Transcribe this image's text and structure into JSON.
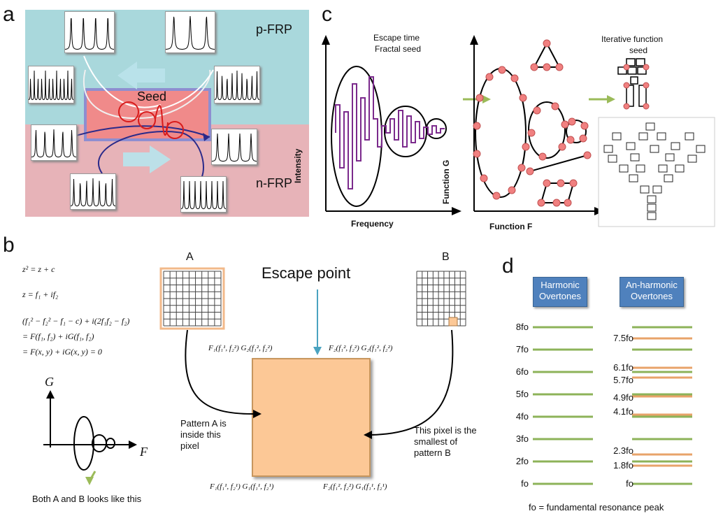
{
  "panels": {
    "a": "a",
    "b": "b",
    "c": "c",
    "d": "d"
  },
  "panel_a": {
    "p_frp": "p-FRP",
    "n_frp": "n-FRP",
    "seed": "Seed",
    "colors": {
      "top_bg": "#a9d8dc",
      "bottom_bg": "#e7b3b8",
      "seed_box": "#f08a8a",
      "arrow": "#b9e3ea",
      "path_dark": "#2a2a8a"
    }
  },
  "panel_b": {
    "eq1": "z² = z + c",
    "eq2": "z = f₁ + if₂",
    "eq3": "(f₁² − f₂² − f₁ − c) + i(2f₁f₂ − f₂)",
    "eq4": "= F(f₁, f₂) + iG(f₁, f₂)",
    "eq5": "= F(x, y) + iG(x, y) = 0",
    "label_A": "A",
    "label_B": "B",
    "escape_point": "Escape point",
    "corner_tl": "F₁(f₁¹, f₂²)  G₂(f₁², f₂²)",
    "corner_tr": "F₂(f₁², f₂²)  G₂(f₁², f₂²)",
    "corner_bl": "F₁(f₁¹, f₂¹)  G₁(f₁¹, f₂¹)",
    "corner_br": "F₂(f₁², f₂²)  G₁(f₁¹, f₂¹)",
    "pattern_a_text": "Pattern A is inside this pixel",
    "pattern_b_text": "This pixel is the smallest of pattern B",
    "axis_g": "G",
    "axis_f": "F",
    "both_text": "Both A and B looks like this",
    "colors": {
      "pixel": "#fcc896",
      "grid_border": "#f2b98a",
      "escape_arrow": "#4aa3c0",
      "note_arrow": "#9bbb59"
    }
  },
  "panel_c": {
    "escape_time": "Escape time",
    "fractal_seed": "Fractal seed",
    "intensity": "Intensity",
    "frequency": "Frequency",
    "function_g": "Function G",
    "function_f": "Function F",
    "iterative": "Iterative function",
    "seed": "seed",
    "colors": {
      "signal": "#7b2a8c",
      "node": "#f08080",
      "arrow": "#9bbb59"
    }
  },
  "panel_d": {
    "harmonic": "Harmonic Overtones",
    "anharmonic": "An-harmonic Overtones",
    "harmonic_levels": [
      "8fo",
      "7fo",
      "6fo",
      "5fo",
      "4fo",
      "3fo",
      "2fo",
      "fo"
    ],
    "anharmonic_levels": [
      "7.5fo",
      "6.1fo",
      "5.7fo",
      "4.9fo",
      "4.1fo",
      "2.3fo",
      "1.8fo",
      "fo"
    ],
    "footnote": "fo = fundamental resonance peak",
    "colors": {
      "green": "#8db359",
      "orange": "#e8a36a",
      "header": "#4f81bd"
    }
  }
}
